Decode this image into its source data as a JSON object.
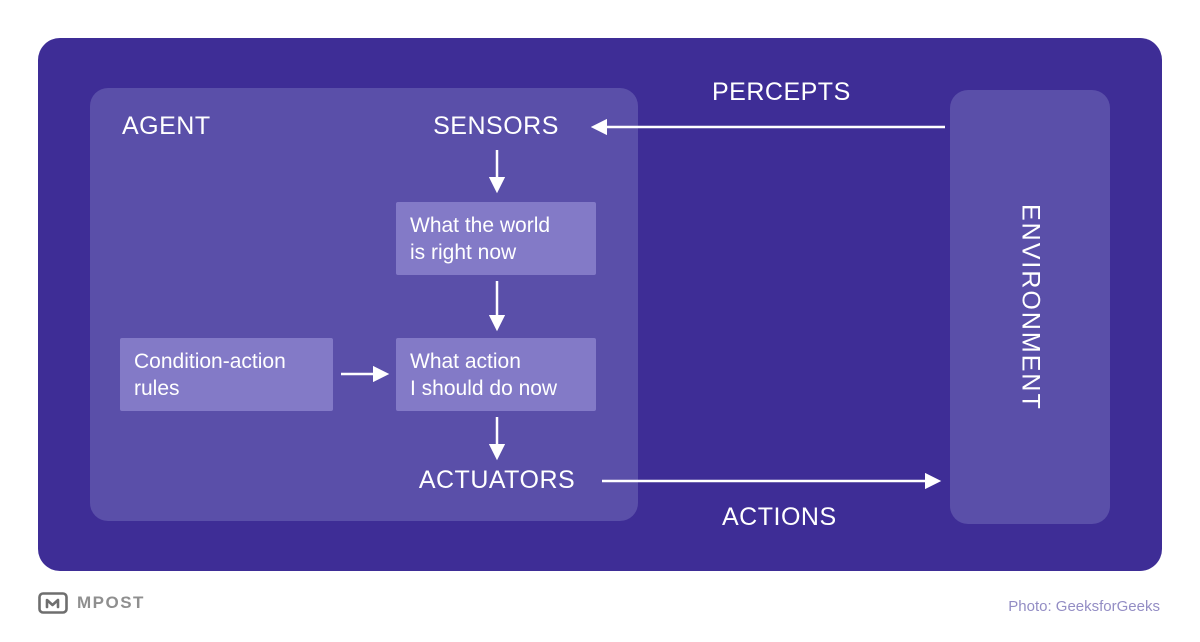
{
  "colors": {
    "canvas_bg": "#ffffff",
    "outer_box": "#3e2d96",
    "agent_box": "#5a4fa9",
    "environment_box": "#5a4fa9",
    "inner_box": "#837ac7",
    "label_text": "#ffffff",
    "arrow": "#ffffff",
    "brand_gray": "#8f8f8f",
    "credit_color": "#938dc4"
  },
  "diagram": {
    "agent_label": "AGENT",
    "sensors_label": "SENSORS",
    "percepts_label": "PERCEPTS",
    "actuators_label": "ACTUATORS",
    "actions_label": "ACTIONS",
    "environment_label": "ENVIRONMENT",
    "world_box": {
      "line1": "What the world",
      "line2": "is right now"
    },
    "action_box": {
      "line1": "What action",
      "line2": "I should do now"
    },
    "rules_box": {
      "line1": "Condition-action",
      "line2": "rules"
    }
  },
  "footer": {
    "brand": "MPOST",
    "credit": "Photo: GeeksforGeeks"
  }
}
